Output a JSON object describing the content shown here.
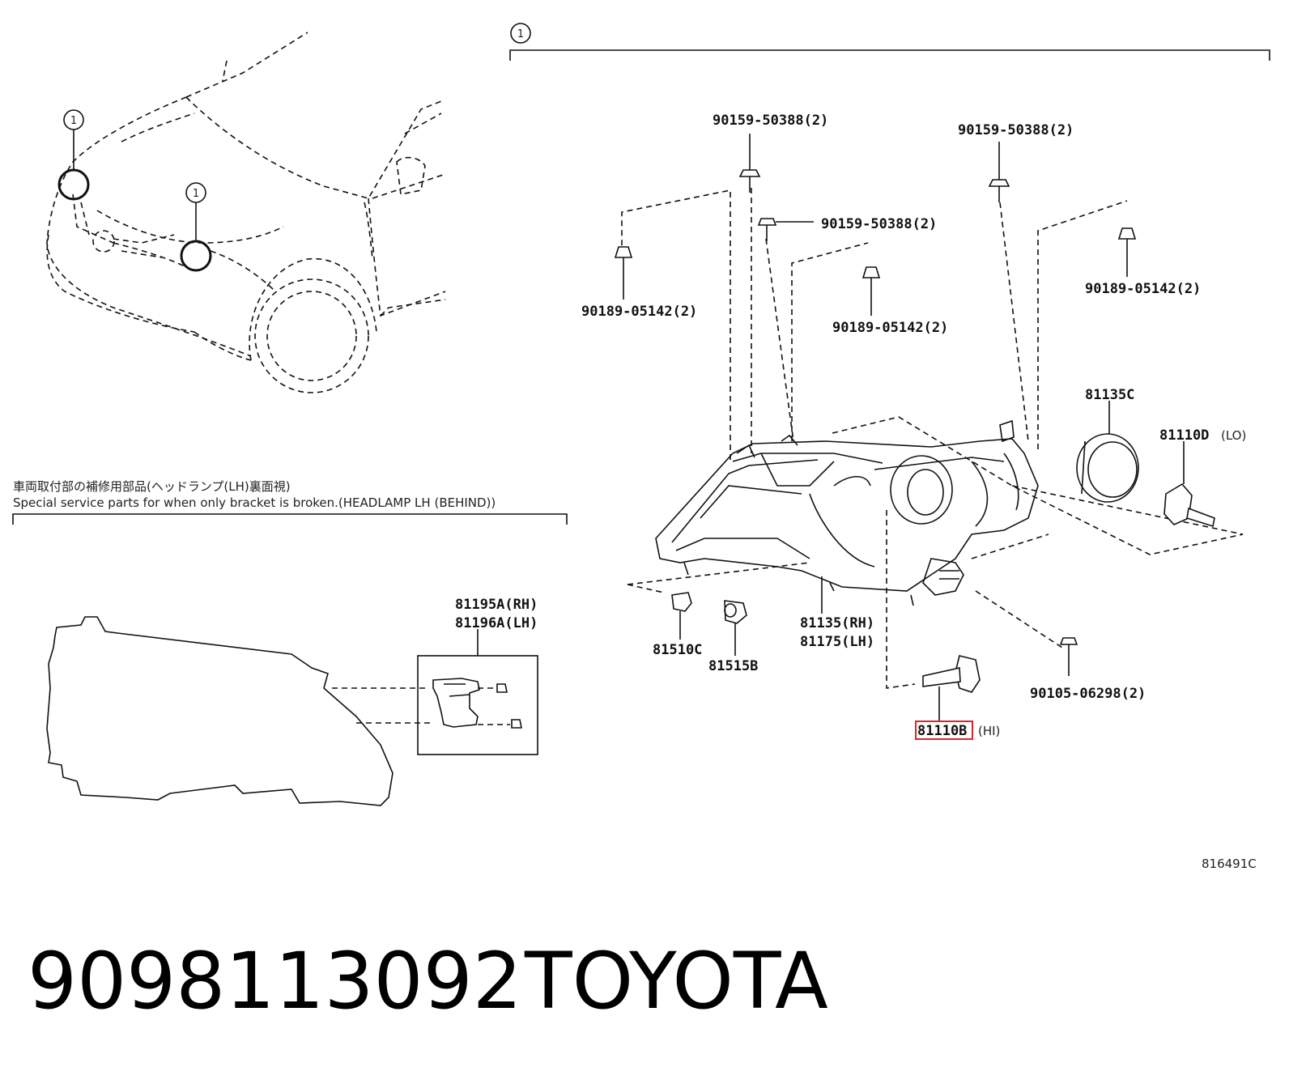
{
  "title": "9098113092",
  "brand": "TOYOTA",
  "diagram_code": "816491C",
  "callout": "1",
  "note": {
    "japanese": "車両取付部の補修用部品(ヘッドランプ(LH)裏面視)",
    "english": "Special service parts for when only bracket is broken.(HEADLAMP LH (BEHIND))"
  },
  "parts": {
    "bolt_a": "90159-50388(2)",
    "bolt_b": "90159-50388(2)",
    "bolt_c": "90159-50388(2)",
    "clip_a": "90189-05142(2)",
    "clip_b": "90189-05142(2)",
    "clip_c": "90189-05142(2)",
    "cover": "81135C",
    "bulb_lo": "81110D",
    "bulb_lo_tag": "(LO)",
    "bulb_hi": "81110B",
    "bulb_hi_tag": "(HI)",
    "lamp_rh": "81135(RH)",
    "lamp_lh": "81175(LH)",
    "socket_a": "81510C",
    "socket_b": "81515B",
    "screw": "90105-06298(2)",
    "bracket_rh": "81195A(RH)",
    "bracket_lh": "81196A(LH)"
  }
}
